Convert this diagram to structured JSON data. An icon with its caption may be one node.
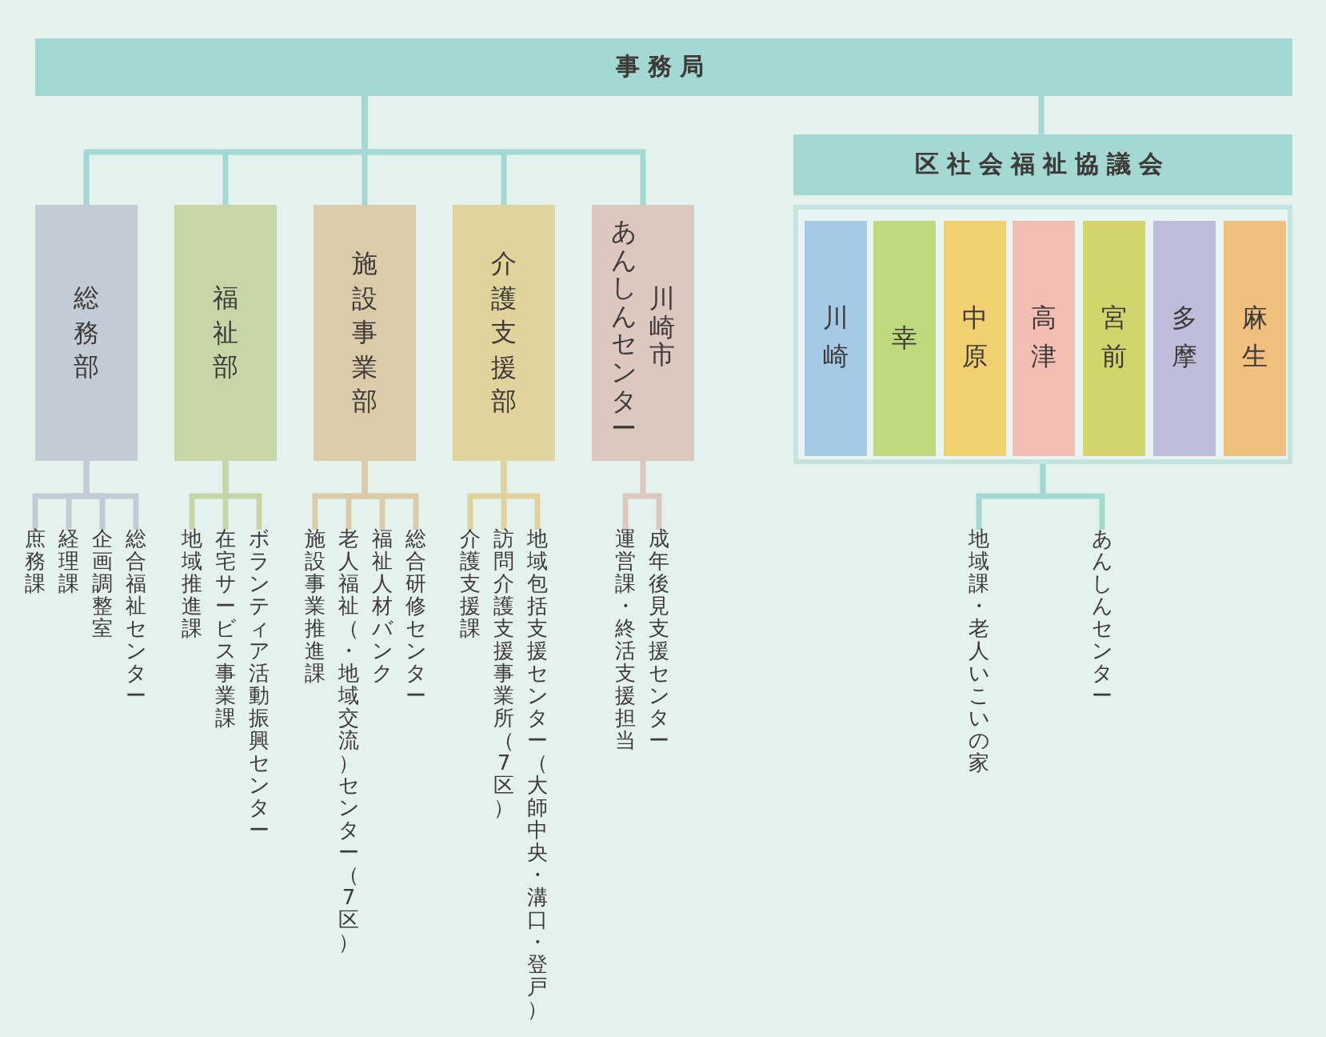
{
  "diagram": {
    "nodes": [
      {
        "text": [
          "事務局"
        ]
      },
      {
        "text": [
          "総務部"
        ]
      },
      {
        "text": [
          "福祉部"
        ]
      },
      {
        "text": [
          "施設事業部"
        ]
      },
      {
        "text": [
          "介護支援部"
        ]
      },
      {
        "text": [
          "あんしんセンター",
          "川崎市"
        ]
      },
      {
        "text": [
          "区社会福祉協議会"
        ]
      },
      {
        "text": [],
        "shape": "box"
      },
      {
        "text": [
          "川崎"
        ],
        "in": 7
      },
      {
        "text": [
          "幸"
        ],
        "in": 7
      },
      {
        "text": [
          "中原"
        ],
        "in": 7
      },
      {
        "text": [
          "高津"
        ],
        "in": 7
      },
      {
        "text": [
          "宮前"
        ],
        "in": 7
      },
      {
        "text": [
          "多摩"
        ],
        "in": 7
      },
      {
        "text": [
          "麻生"
        ],
        "in": 7
      },
      {
        "text": [
          "庶務課"
        ]
      },
      {
        "text": [
          "経理課"
        ]
      },
      {
        "text": [
          "企画調整室"
        ]
      },
      {
        "text": [
          "総合福祉センター"
        ]
      },
      {
        "text": [
          "地域推進課"
        ]
      },
      {
        "text": [
          "在宅サービス事業課"
        ]
      },
      {
        "text": [
          "ボランティア活動振興センター"
        ]
      },
      {
        "text": [
          "施設事業推進課"
        ]
      },
      {
        "text": [
          "老人福祉（・地域交流）センター（7区）"
        ]
      },
      {
        "text": [
          "福祉人材バンク"
        ]
      },
      {
        "text": [
          "総合研修センター"
        ]
      },
      {
        "text": [
          "介護支援課"
        ]
      },
      {
        "text": [
          "訪問介護支援事業所（7区）"
        ]
      },
      {
        "text": [
          "地域包括支援センター（大師中央・溝口・登戸）"
        ]
      },
      {
        "text": [
          "運営課・終活支援担当"
        ]
      },
      {
        "text": [
          "成年後見支援センター"
        ]
      },
      {
        "text": [
          "地域課・老人いこいの家"
        ]
      },
      {
        "text": [
          "あんしんセンター"
        ]
      }
    ],
    "edges": [
      {
        "from": 0,
        "to": 1,
        "arrow": "none"
      },
      {
        "from": 0,
        "to": 2,
        "arrow": "none"
      },
      {
        "from": 0,
        "to": 3,
        "arrow": "none"
      },
      {
        "from": 0,
        "to": 4,
        "arrow": "none"
      },
      {
        "from": 0,
        "to": 5,
        "arrow": "none"
      },
      {
        "from": 0,
        "to": 6,
        "arrow": "none"
      },
      {
        "from": 1,
        "to": 15,
        "arrow": "none",
        "color": "#c3ccd6"
      },
      {
        "from": 1,
        "to": 16,
        "arrow": "none",
        "color": "#c3ccd6"
      },
      {
        "from": 1,
        "to": 17,
        "arrow": "none",
        "color": "#c3ccd6"
      },
      {
        "from": 1,
        "to": 18,
        "arrow": "none",
        "color": "#c3ccd6"
      },
      {
        "from": 2,
        "to": 19,
        "arrow": "none",
        "color": "#c6d6a7"
      },
      {
        "from": 2,
        "to": 20,
        "arrow": "none",
        "color": "#c6d6a7"
      },
      {
        "from": 2,
        "to": 21,
        "arrow": "none",
        "color": "#c6d6a7"
      },
      {
        "from": 3,
        "to": 22,
        "arrow": "none",
        "color": "#dacca8"
      },
      {
        "from": 3,
        "to": 23,
        "arrow": "none",
        "color": "#dacca8"
      },
      {
        "from": 3,
        "to": 24,
        "arrow": "none",
        "color": "#dacca8"
      },
      {
        "from": 3,
        "to": 25,
        "arrow": "none",
        "color": "#dacca8"
      },
      {
        "from": 4,
        "to": 26,
        "arrow": "none",
        "color": "#e0d39c"
      },
      {
        "from": 4,
        "to": 27,
        "arrow": "none",
        "color": "#e0d39c"
      },
      {
        "from": 4,
        "to": 28,
        "arrow": "none",
        "color": "#e0d39c"
      },
      {
        "from": 5,
        "to": 29,
        "arrow": "none",
        "color": "#dcc8bf"
      },
      {
        "from": 5,
        "to": 30,
        "arrow": "none",
        "color": "#dcc8bf"
      },
      {
        "from": 7,
        "to": 31,
        "arrow": "none"
      },
      {
        "from": 7,
        "to": 32,
        "arrow": "none"
      }
    ]
  }
}
